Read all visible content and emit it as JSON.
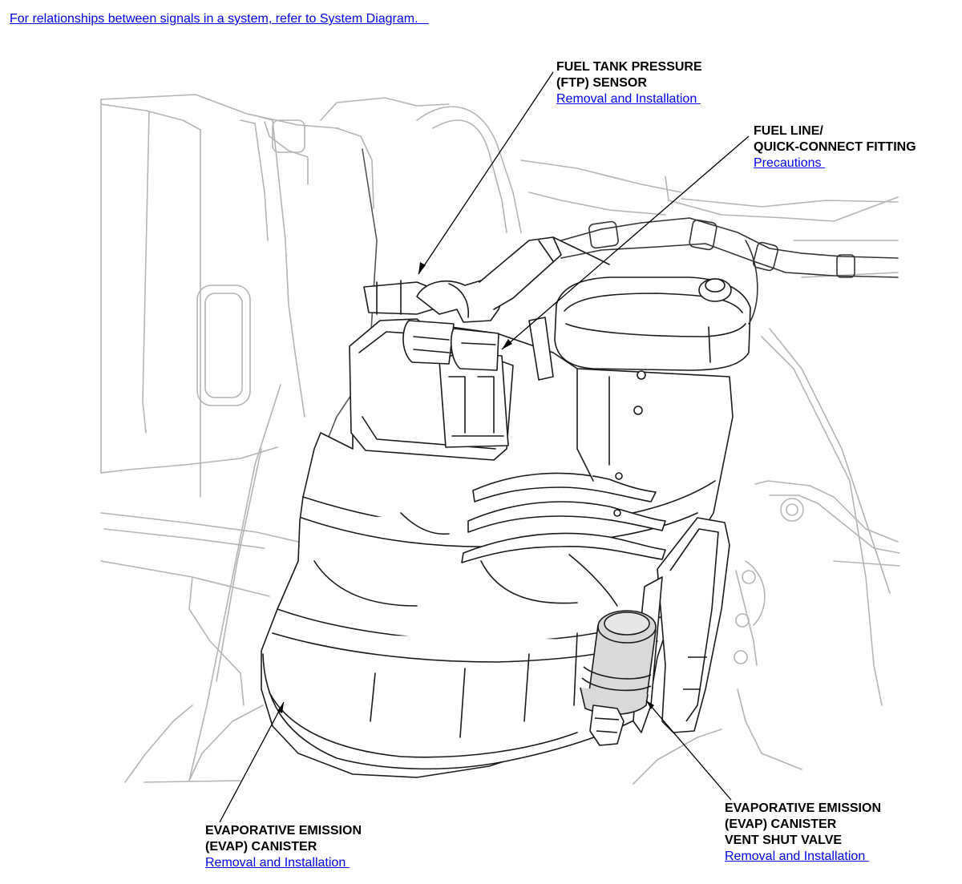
{
  "header": {
    "system_link": "For relationships between signals in a system, refer to System Diagram.   "
  },
  "callouts": {
    "ftp_sensor": {
      "lines": [
        "FUEL TANK PRESSURE",
        "(FTP) SENSOR"
      ],
      "link": "Removal and Installation "
    },
    "fuel_line": {
      "lines": [
        "FUEL LINE/",
        "QUICK-CONNECT FITTING"
      ],
      "link": "Precautions "
    },
    "evap_canister": {
      "lines": [
        "EVAPORATIVE EMISSION",
        "(EVAP) CANISTER"
      ],
      "link": "Removal and Installation "
    },
    "vent_shut_valve": {
      "lines": [
        "EVAPORATIVE EMISSION",
        "(EVAP) CANISTER",
        "VENT SHUT VALVE"
      ],
      "link": "Removal and Installation "
    }
  },
  "colors": {
    "link": "#0000ee",
    "label": "#000000",
    "line_art_light": "#b4b4b4",
    "line_art_dark": "#1a1a1a",
    "valve_fill": "#d9d9d9"
  }
}
